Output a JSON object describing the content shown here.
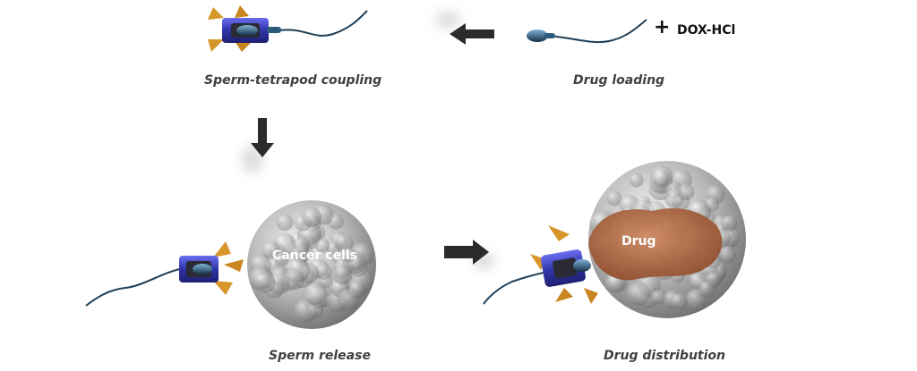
{
  "steps": {
    "coupling": "Sperm-tetrapod coupling",
    "loading": "Drug loading",
    "release": "Sperm release",
    "distribution": "Drug distribution"
  },
  "labels": {
    "plus": "+",
    "dox": "DOX-HCl",
    "cancer_cells": "Cancer cells",
    "drug": "Drug"
  },
  "colors": {
    "tetrapod_blue": "#3a3fb8",
    "tetrapod_arm": "#d7962a",
    "sperm_body": "#1f3f57",
    "cell_gray": "#9a9a9a",
    "drug_brown": "#b5643c",
    "arrow": "#2b2b2b"
  }
}
